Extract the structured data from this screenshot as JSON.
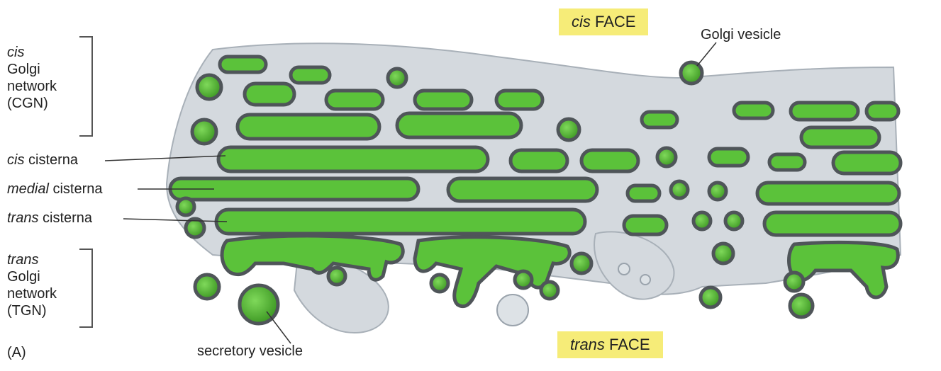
{
  "labels": {
    "cgn": {
      "line1": "cis",
      "line2": "Golgi",
      "line3": "network",
      "line4": "(CGN)"
    },
    "tgn": {
      "line1": "trans",
      "line2": "Golgi",
      "line3": "network",
      "line4": "(TGN)"
    },
    "cis_cisterna": {
      "prefix": "cis",
      "rest": " cisterna"
    },
    "medial_cisterna": {
      "prefix": "medial",
      "rest": " cisterna"
    },
    "trans_cisterna": {
      "prefix": "trans",
      "rest": " cisterna"
    },
    "golgi_vesicle": "Golgi vesicle",
    "secretory_vesicle": "secretory vesicle",
    "panel": "(A)"
  },
  "faces": {
    "cis": {
      "prefix": "cis",
      "rest": " FACE"
    },
    "trans": {
      "prefix": "trans",
      "rest": " FACE"
    }
  },
  "colors": {
    "membrane": "#cfd5db",
    "membrane_dark": "#9aa3ac",
    "lumen": "#5bc23a",
    "outline": "#555b60",
    "face_bg": "#f6ec78"
  }
}
